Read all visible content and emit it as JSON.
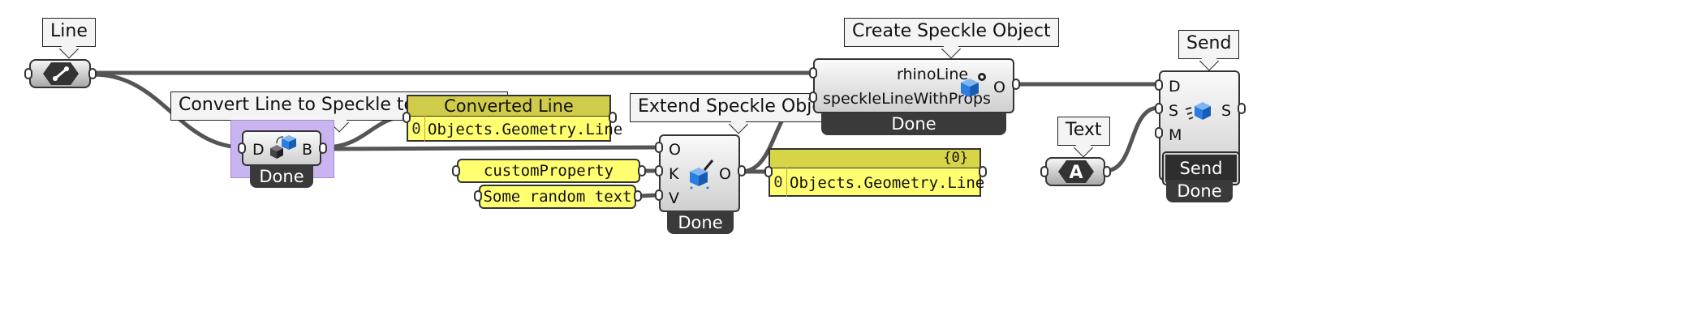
{
  "callouts": {
    "line": "Line",
    "convert": "Convert Line to Speckle to extend it",
    "extend": "Extend Speckle Object",
    "create": "Create Speckle Object",
    "text": "Text",
    "send": "Send"
  },
  "convert_node": {
    "input": "D",
    "output": "B",
    "status": "Done"
  },
  "extend_node": {
    "inputs": [
      "O",
      "K",
      "V"
    ],
    "output": "O",
    "status": "Done"
  },
  "create_node": {
    "inputs": [
      "rhinoLine",
      "speckleLineWithProps"
    ],
    "output": "O",
    "status": "Done"
  },
  "send_node": {
    "inputs": [
      "D",
      "S",
      "M"
    ],
    "output": "S",
    "button": "Send",
    "status": "Done"
  },
  "panels": {
    "converted": {
      "title": "Converted Line",
      "index": "0",
      "value": "Objects.Geometry.Line"
    },
    "extended": {
      "path": "{0}",
      "index": "0",
      "value": "Objects.Geometry.Line"
    },
    "key": "customProperty",
    "value": "Some random text"
  },
  "icons": [
    "line-param-icon",
    "convert-cubes-icon",
    "extend-brush-cube-icon",
    "create-cube-icon",
    "send-cube-icon",
    "text-a-icon"
  ],
  "colors": {
    "panel": "#ffff70",
    "panel_header": "#d0cc4a",
    "selection": "#c9b4ef",
    "footer": "#3a3a3a",
    "wire": "#555555",
    "speckle_blue": "#2a7de1"
  }
}
